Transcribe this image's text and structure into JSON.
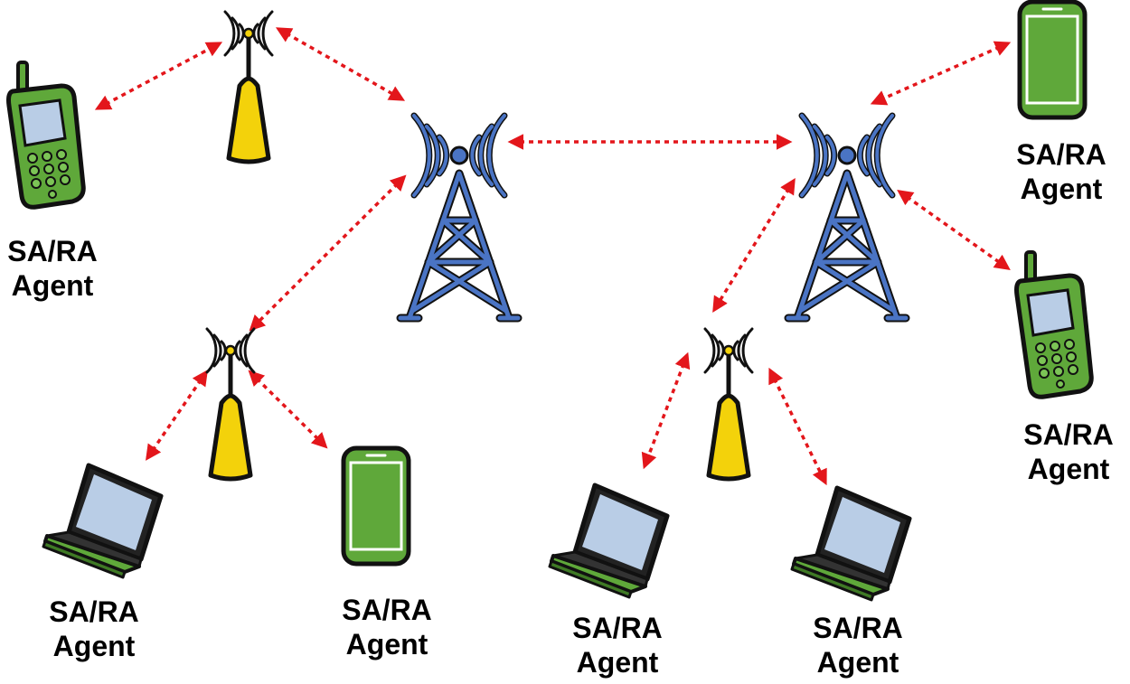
{
  "colors": {
    "link": "#e3161b",
    "tower": "#4a74c4",
    "antenna": "#f3d20b",
    "device": "#5fa83a",
    "screen": "#b9cde6"
  },
  "agent_label": {
    "line1": "SA/RA",
    "line2": "Agent"
  },
  "nodes": [
    {
      "kind": "tower",
      "icon": "cell-tower-icon"
    },
    {
      "kind": "access-point",
      "icon": "antenna-icon"
    },
    {
      "kind": "mobile-phone",
      "icon": "mobile-phone-icon"
    },
    {
      "kind": "smartphone",
      "icon": "smartphone-icon"
    },
    {
      "kind": "laptop",
      "icon": "laptop-icon"
    }
  ]
}
